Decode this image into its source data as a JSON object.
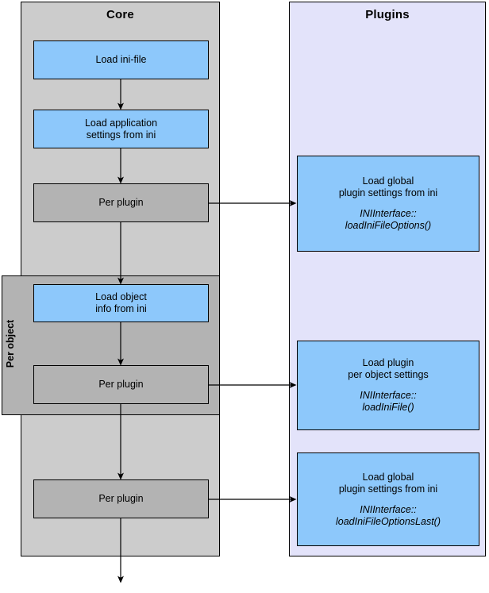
{
  "diagram": {
    "title_core": "Core",
    "title_plugins": "Plugins",
    "group_label_per_object": "Per object",
    "colors": {
      "core_panel_bg": "#cccccc",
      "plugins_panel_bg": "#e3e3fa",
      "blue_node": "#8dc8fb",
      "gray_node": "#b3b3b3",
      "stroke": "#000000"
    },
    "core_nodes": {
      "load_ini_file": "Load ini-file",
      "load_app_settings_l1": "Load application",
      "load_app_settings_l2": "settings from ini",
      "per_plugin_1": "Per plugin",
      "load_object_info_l1": "Load object",
      "load_object_info_l2": "info from ini",
      "per_plugin_2": "Per plugin",
      "per_plugin_3": "Per plugin"
    },
    "plugin_nodes": {
      "global_first_l1": "Load global",
      "global_first_l2": "plugin settings from ini",
      "global_first_code_l1": "INIInterface::",
      "global_first_code_l2": "loadIniFileOptions()",
      "per_object_l1": "Load plugin",
      "per_object_l2": "per object settings",
      "per_object_code_l1": "INIInterface::",
      "per_object_code_l2": "loadIniFile()",
      "global_last_l1": "Load global",
      "global_last_l2": "plugin settings from ini",
      "global_last_code_l1": "INIInterface::",
      "global_last_code_l2": "loadIniFileOptionsLast()"
    }
  }
}
